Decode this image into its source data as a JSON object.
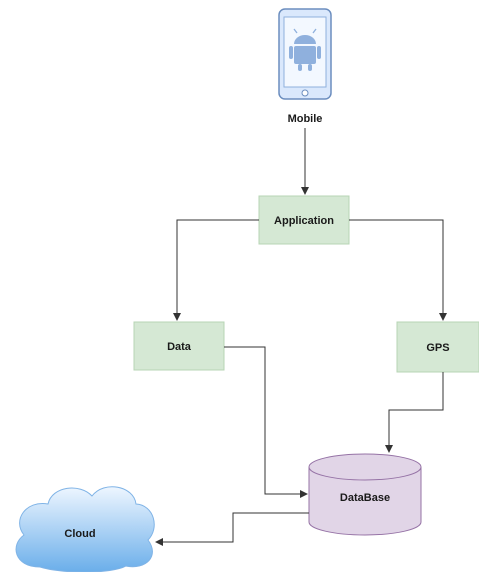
{
  "diagram": {
    "nodes": {
      "mobile": {
        "label": "Mobile",
        "icon": "android-phone-icon"
      },
      "application": {
        "label": "Application"
      },
      "data": {
        "label": "Data"
      },
      "gps": {
        "label": "GPS"
      },
      "database": {
        "label": "DataBase"
      },
      "cloud": {
        "label": "Cloud"
      }
    },
    "edges": [
      {
        "from": "mobile",
        "to": "application"
      },
      {
        "from": "application",
        "to": "data"
      },
      {
        "from": "application",
        "to": "gps"
      },
      {
        "from": "data",
        "to": "database"
      },
      {
        "from": "gps",
        "to": "database"
      },
      {
        "from": "database",
        "to": "cloud"
      }
    ],
    "colors": {
      "process_fill": "#d5e8d4",
      "process_stroke": "#b7d5b4",
      "database_fill": "#e1d5e7",
      "database_stroke": "#9673a6",
      "phone_fill": "#dae8fc",
      "phone_stroke": "#6c8ebf",
      "cloud_light": "#eaf4ff",
      "cloud_dark": "#6aaeea",
      "edge": "#333333"
    }
  }
}
